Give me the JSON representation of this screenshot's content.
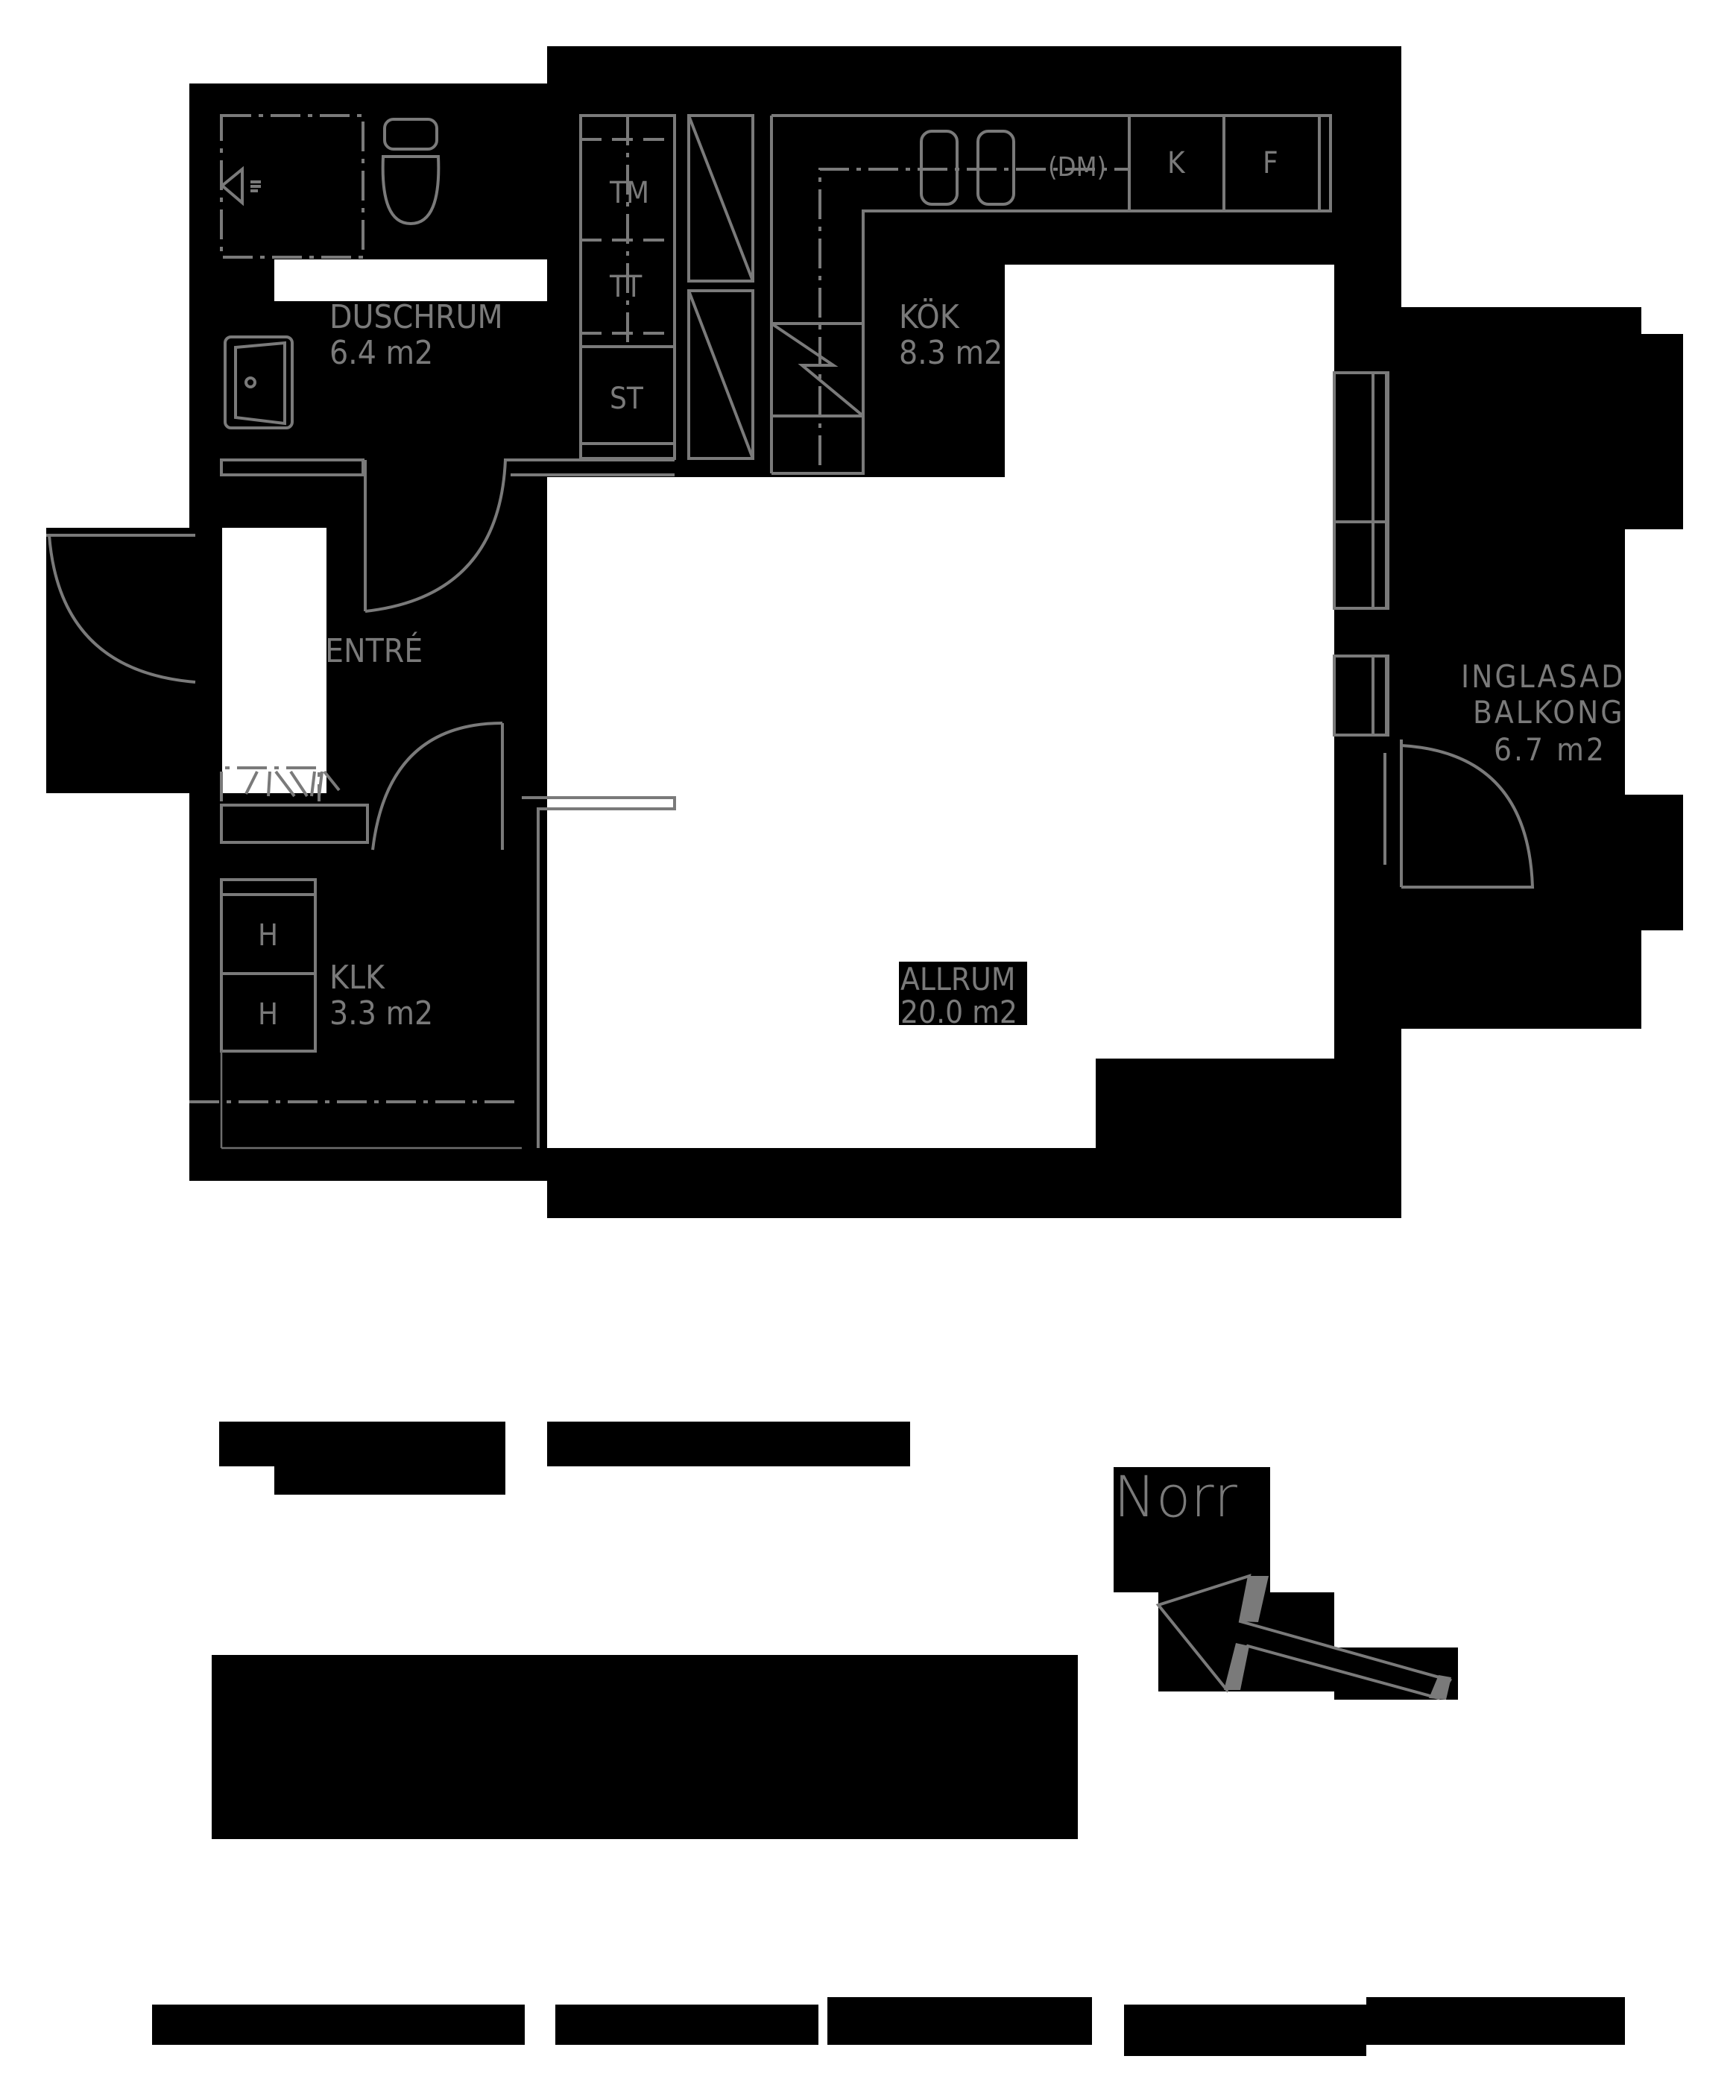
{
  "plan": {
    "colors": {
      "fill": "#000000",
      "line": "#7a7a7a",
      "background": "#ffffff"
    },
    "rooms": [
      {
        "id": "duschrum",
        "name": "DUSCHRUM",
        "area": "6.4 m2"
      },
      {
        "id": "kok",
        "name": "KÖK",
        "area": "8.3 m2"
      },
      {
        "id": "entre",
        "name": "ENTRÉ",
        "area": ""
      },
      {
        "id": "klk",
        "name": "KLK",
        "area": "3.3 m2"
      },
      {
        "id": "allrum",
        "name": "ALLRUM",
        "area": "20.0 m2"
      },
      {
        "id": "balkong",
        "name_line1": "INGLASAD",
        "name_line2": "BALKONG",
        "area": "6.7 m2"
      }
    ],
    "appliances": {
      "tm": "TM",
      "tt": "TT",
      "st": "ST",
      "dm": "(DM)",
      "k": "K",
      "f": "F",
      "h1": "H",
      "h2": "H"
    },
    "compass": {
      "label": "Norr",
      "icon": "north-arrow-icon"
    }
  }
}
